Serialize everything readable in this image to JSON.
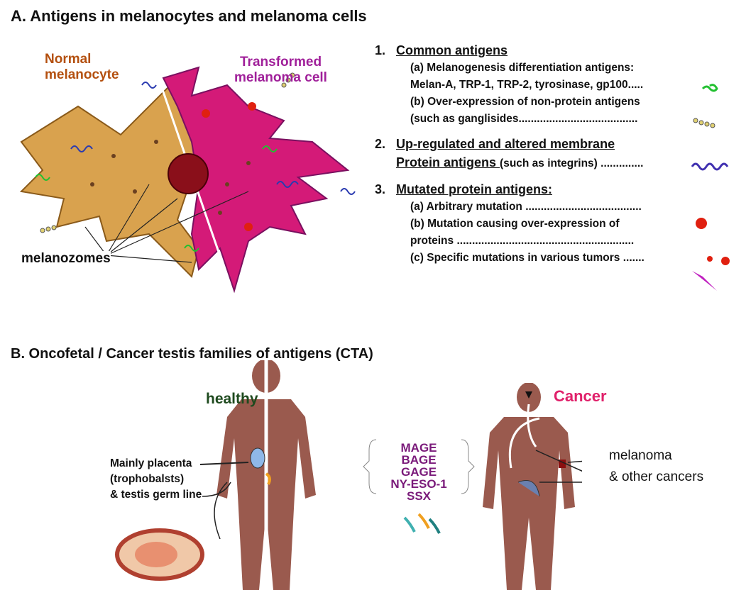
{
  "section_a": {
    "title": "A. Antigens in melanocytes and melanoma cells",
    "normal_label": [
      "Normal",
      "melanocyte"
    ],
    "transformed_label": [
      "Transformed",
      "melanoma cell"
    ],
    "melanozomes_label": "melanozomes",
    "list": [
      {
        "num": "1.",
        "heading": "Common antigens",
        "heading_suffix": "",
        "items": [
          "(a) Melanogenesis differentiation antigens:",
          "Melan-A, TRP-1, TRP-2, tyrosinase, gp100.....",
          "(b) Over-expression of non-protein antigens",
          "(such as ganglisides......................................."
        ]
      },
      {
        "num": "2.",
        "heading": "Up-regulated and altered membrane",
        "heading2": "Protein antigens ",
        "heading_suffix": "(such as integrins) ..............",
        "items": []
      },
      {
        "num": "3.",
        "heading": "Mutated protein antigens:",
        "heading_suffix": "",
        "items": [
          "(a) Arbitrary mutation ......................................",
          "(b) Mutation causing over-expression of",
          "proteins ..........................................................",
          "(c) Specific mutations in various tumors ......."
        ]
      }
    ]
  },
  "section_b": {
    "title": "B. Oncofetal / Cancer testis families of antigens (CTA)",
    "healthy_label": "healthy",
    "cancer_label": "Cancer",
    "placenta_label": [
      "Mainly placenta",
      "(trophobalsts)",
      "& testis germ line"
    ],
    "cta_list": [
      "MAGE",
      "BAGE",
      "GAGE",
      "NY-ESO-1",
      "SSX"
    ],
    "melanoma_label": "melanoma",
    "other_cancers_label": "& other cancers"
  },
  "colors": {
    "normal": "#b4500f",
    "transformed": "#a0209a",
    "healthy": "#1e4a1e",
    "cancer": "#e0206a",
    "cta": "#7a1a7a",
    "body": "#9a5a4e",
    "melanocyte": "#d9a24e",
    "melanoma": "#d41a78"
  }
}
